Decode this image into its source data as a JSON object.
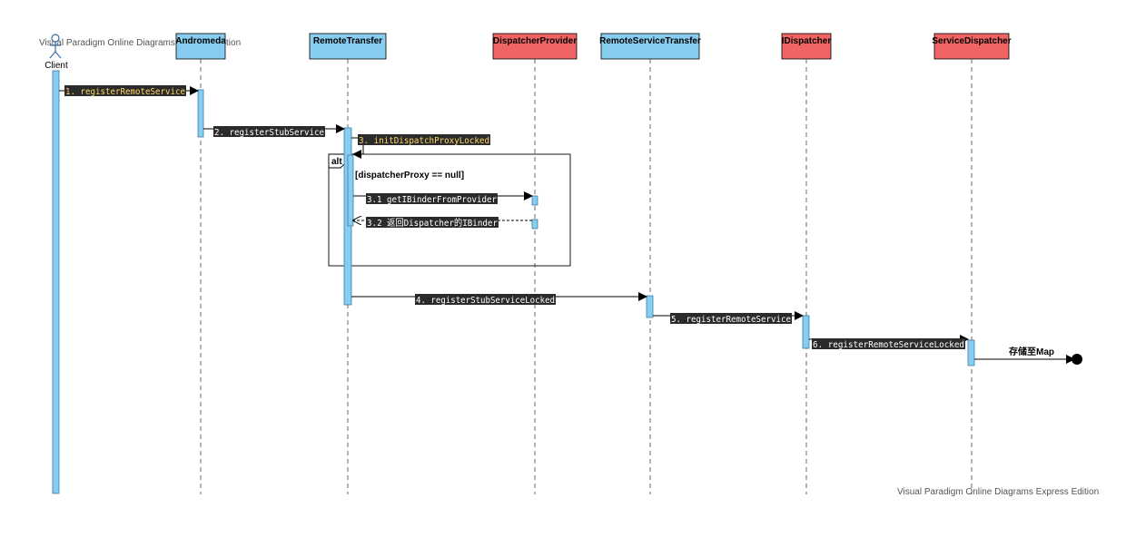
{
  "watermark": "Visual Paradigm Online Diagrams Express Edition",
  "actor": {
    "label": "Client"
  },
  "participants": [
    {
      "label": "Andromeda",
      "color": "#87cdf0"
    },
    {
      "label": "RemoteTransfer",
      "color": "#87cdf0"
    },
    {
      "label": "DispatcherProvider",
      "color": "#f06464"
    },
    {
      "label": "RemoteServiceTransfer",
      "color": "#87cdf0"
    },
    {
      "label": "IDispatcher",
      "color": "#f06464"
    },
    {
      "label": "ServiceDispatcher",
      "color": "#f06464"
    }
  ],
  "colors": {
    "activation": "#87cdf0",
    "message_label_bg": "#2b2b2b",
    "message_label_text": "#ffffff",
    "self_message_text": "#ffd966"
  },
  "messages": [
    {
      "label": "1. registerRemoteService",
      "from": "Client",
      "to": "Andromeda"
    },
    {
      "label": "2. registerStubService",
      "from": "Andromeda",
      "to": "RemoteTransfer"
    },
    {
      "label": "3. initDispatchProxyLocked",
      "from": "RemoteTransfer",
      "to": "RemoteTransfer"
    },
    {
      "label": "3.1 getIBinderFromProvider",
      "from": "RemoteTransfer",
      "to": "DispatcherProvider"
    },
    {
      "label": "3.2 返回Dispatcher的IBinder",
      "from": "DispatcherProvider",
      "to": "RemoteTransfer",
      "return": true
    },
    {
      "label": "4. registerStubServiceLocked",
      "from": "RemoteTransfer",
      "to": "RemoteServiceTransfer"
    },
    {
      "label": "5. registerRemoteService",
      "from": "RemoteServiceTransfer",
      "to": "IDispatcher"
    },
    {
      "label": "6. registerRemoteServiceLocked",
      "from": "IDispatcher",
      "to": "ServiceDispatcher"
    },
    {
      "label": "存储至Map",
      "from": "ServiceDispatcher",
      "to": "found"
    }
  ],
  "fragment": {
    "operator": "alt",
    "guard": "[dispatcherProxy == null]"
  }
}
